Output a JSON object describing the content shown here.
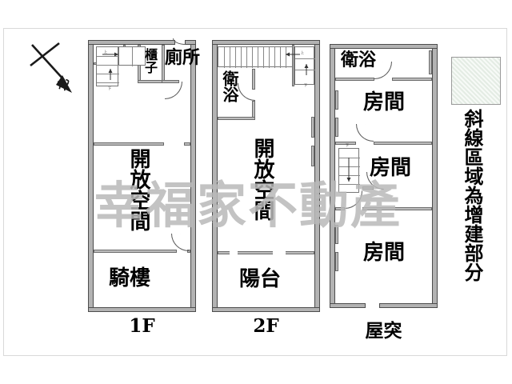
{
  "page": {
    "background_color": "#ffffff",
    "frame_color": "#d9d9d9",
    "wall_color": "#b3b3b3",
    "wall_outline_color": "#4d4d4d"
  },
  "watermark": {
    "text": "幸福家不動產",
    "color": "#b9b9b9"
  },
  "north_arrow": {
    "label": "北"
  },
  "legend": {
    "swatch_name": "hatched-area-swatch",
    "swatch_color": "#eef3ee",
    "text": "斜線區域為增建部分"
  },
  "floors": [
    {
      "id": "1F",
      "name": "1F",
      "rooms": [
        {
          "name": "開放空間",
          "label": "開放空間"
        },
        {
          "name": "騎樓",
          "label": "騎樓"
        },
        {
          "name": "櫃子",
          "label": "櫃子"
        },
        {
          "name": "廁所",
          "label": "廁所"
        }
      ],
      "stairs": [
        {
          "name": "stair-up",
          "marker": "上"
        },
        {
          "name": "stair-down",
          "marker": "下"
        }
      ]
    },
    {
      "id": "2F",
      "name": "2F",
      "rooms": [
        {
          "name": "開放空間",
          "label": "開放空間"
        },
        {
          "name": "衛浴",
          "label": "衛浴"
        },
        {
          "name": "陽台",
          "label": "陽台"
        }
      ],
      "stairs": [
        {
          "name": "stair-up",
          "marker": "上"
        },
        {
          "name": "stair-down",
          "marker": "下"
        }
      ]
    },
    {
      "id": "RF",
      "name": "屋突",
      "rooms": [
        {
          "name": "衛浴",
          "label": "衛浴"
        },
        {
          "name": "房間1",
          "label": "房間"
        },
        {
          "name": "房間2",
          "label": "房間"
        },
        {
          "name": "房間3",
          "label": "房間"
        }
      ],
      "stairs": [
        {
          "name": "stair-down",
          "marker": "下"
        }
      ]
    }
  ],
  "labels": {
    "open_space": "開放空間",
    "arcade": "騎樓",
    "cabinet": "櫃子",
    "toilet": "廁所",
    "bathroom": "衛浴",
    "balcony": "陽台",
    "room": "房間",
    "floor_1f": "1F",
    "floor_2f": "2F",
    "floor_rf": "屋突",
    "legend_text": "斜線區域為增建部分",
    "north": "北",
    "stair_up": "上",
    "stair_down": "下"
  }
}
